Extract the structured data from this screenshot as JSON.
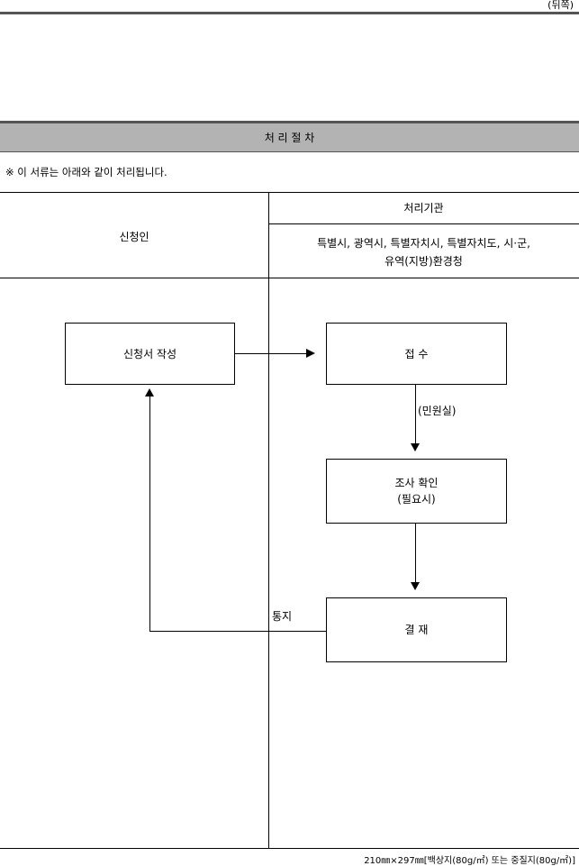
{
  "page_side": "(뒤쪽)",
  "section_title": "처 리 절 차",
  "note": "※  이  서류는  아래와  같이  처리됩니다.",
  "columns": {
    "applicant": "신청인",
    "agency_header": "처리기관",
    "agency_line1": "특별시, 광역시, 특별자치시, 특별자치도, 시·군,",
    "agency_line2": "유역(지방)환경청"
  },
  "flow": {
    "write_application": "신청서 작성",
    "receipt": "접  수",
    "civil_office": "(민원실)",
    "investigate_line1": "조사 확인",
    "investigate_line2": "(필요시)",
    "decision": "결  재",
    "notify": "통지"
  },
  "footer": "210㎜×297㎜[백상지(80g/㎡) 또는 중질지(80g/㎡)]"
}
